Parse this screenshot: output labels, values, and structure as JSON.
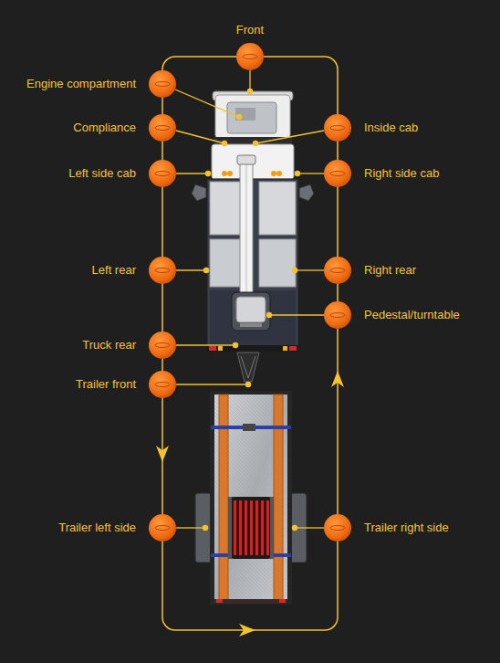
{
  "diagram": {
    "labels": [
      "Front",
      "Engine compartment",
      "Compliance",
      "Inside cab",
      "Left side cab",
      "Right side cab",
      "Left rear",
      "Right rear",
      "Pedestal/turntable",
      "Truck rear",
      "Trailer front",
      "Trailer left side",
      "Trailer right side"
    ]
  }
}
